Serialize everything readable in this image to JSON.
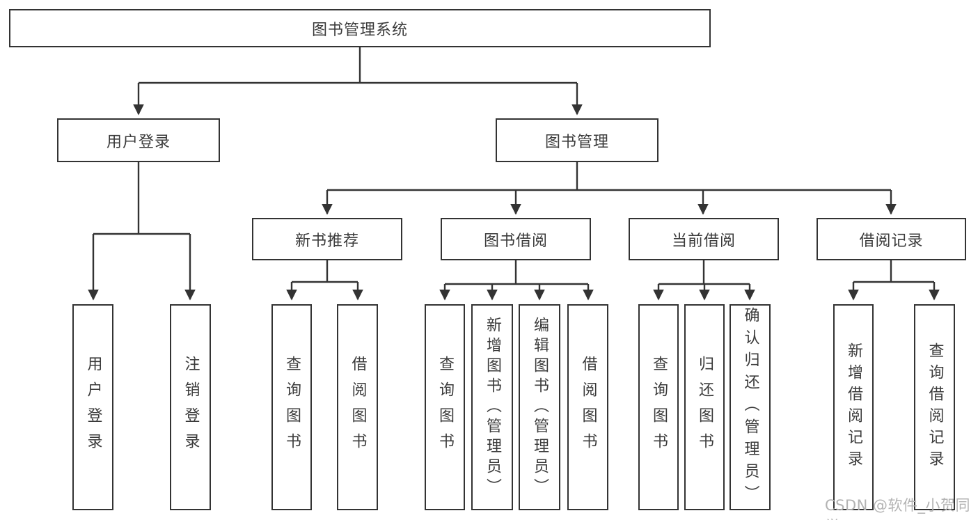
{
  "colors": {
    "line": "#333333",
    "box_border": "#333333",
    "box_background": "#ffffff",
    "text": "#3b3b3b",
    "watermark_text_color": "#b3b3b3",
    "background": "#ffffff"
  },
  "watermark": {
    "text": "CSDN @软件_小贺同学"
  },
  "tree": {
    "label": "图书管理系统",
    "children": [
      {
        "label": "用户登录",
        "children": [
          {
            "label": "用户登录"
          },
          {
            "label": "注销登录"
          }
        ]
      },
      {
        "label": "图书管理",
        "children": [
          {
            "label": "新书推荐",
            "children": [
              {
                "label": "查询图书"
              },
              {
                "label": "借阅图书"
              }
            ]
          },
          {
            "label": "图书借阅",
            "children": [
              {
                "label": "查询图书"
              },
              {
                "label": "新增图书（管理员）"
              },
              {
                "label": "编辑图书（管理员）"
              },
              {
                "label": "借阅图书"
              }
            ]
          },
          {
            "label": "当前借阅",
            "children": [
              {
                "label": "查询图书"
              },
              {
                "label": "归还图书"
              },
              {
                "label": "确认归还（管理员）"
              }
            ]
          },
          {
            "label": "借阅记录",
            "children": [
              {
                "label": "新增借阅记录"
              },
              {
                "label": "查询借阅记录"
              }
            ]
          }
        ]
      }
    ]
  }
}
